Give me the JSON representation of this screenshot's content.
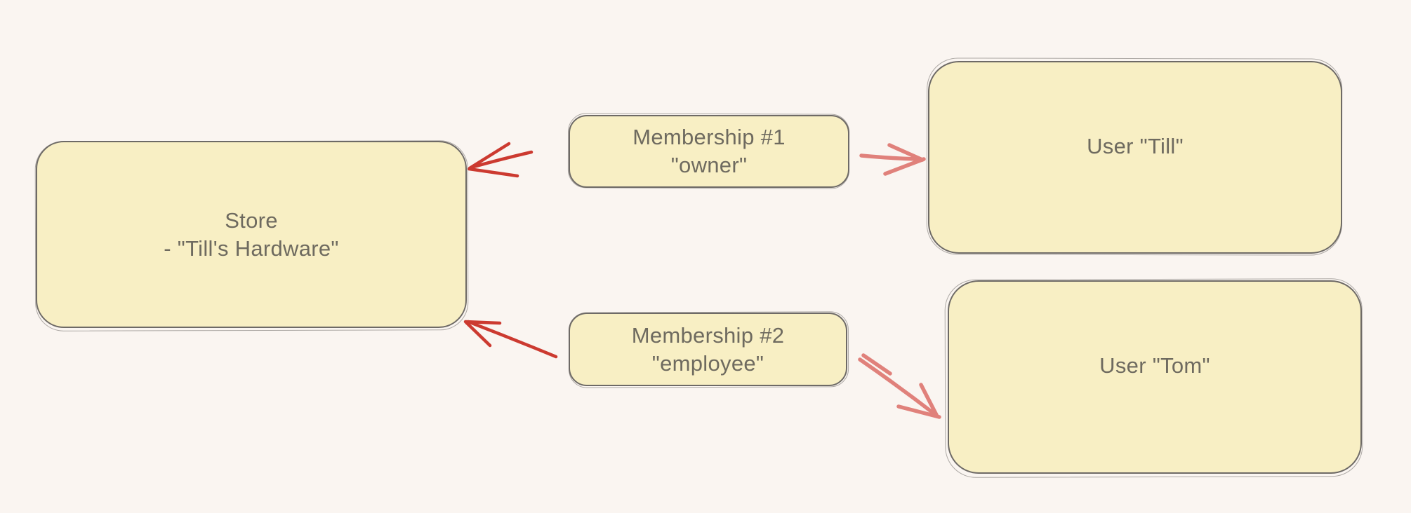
{
  "palette": {
    "background": "#faf5f1",
    "node_fill": "#f8efc4",
    "node_border": "#6e6a66",
    "node_text": "#6e6a5f",
    "arrow_dark_red": "#cc3a30",
    "arrow_salmon": "#e0817b"
  },
  "nodes": {
    "store": {
      "line1": "Store",
      "line2": "- \"Till's Hardware\""
    },
    "membership1": {
      "line1": "Membership #1",
      "line2": "\"owner\""
    },
    "membership2": {
      "line1": "Membership #2",
      "line2": "\"employee\""
    },
    "user_till": {
      "line1": "User \"Till\""
    },
    "user_tom": {
      "line1": "User \"Tom\""
    }
  },
  "edges": [
    {
      "from": "membership1",
      "to": "store",
      "color": "#cc3a30"
    },
    {
      "from": "membership1",
      "to": "user_till",
      "color": "#e0817b"
    },
    {
      "from": "membership2",
      "to": "store",
      "color": "#cc3a30"
    },
    {
      "from": "membership2",
      "to": "user_tom",
      "color": "#e0817b"
    }
  ]
}
